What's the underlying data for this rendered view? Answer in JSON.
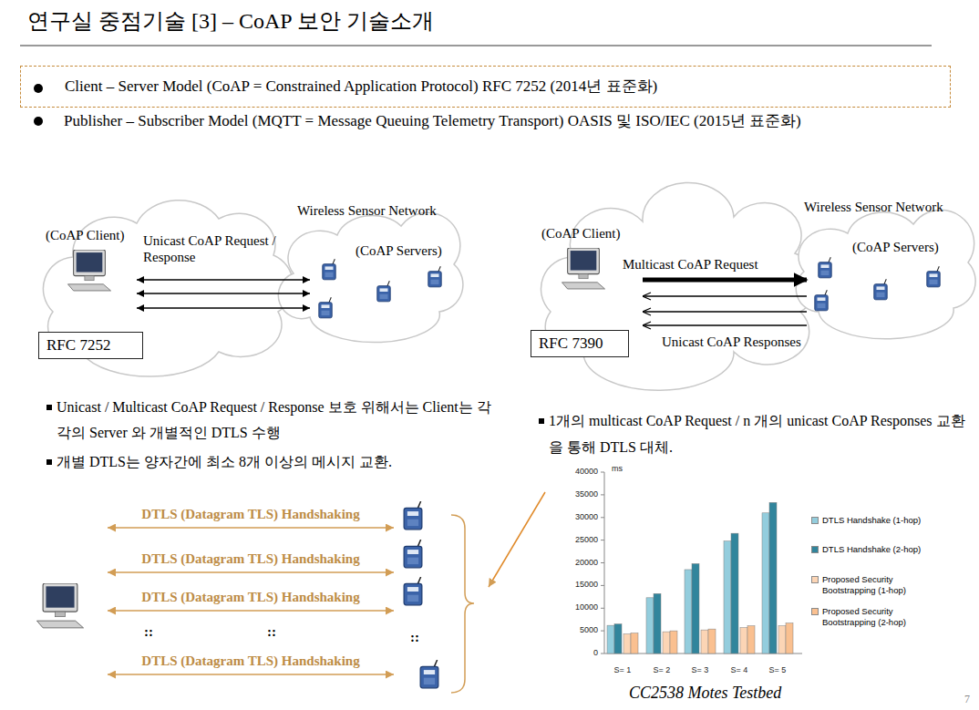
{
  "diagram": {
    "title": "연구실 중점기술 [3] – CoAP 보안 기술소개",
    "caption": "CC2538 Motes Testbed",
    "nodes": [
      {
        "text": [
          "Client – Server Model (CoAP = Constrained Application Protocol) RFC 7252 (2014년 표준화)"
        ]
      },
      {
        "text": [
          "(CoAP Client)"
        ]
      },
      {
        "text": [
          "(CoAP Servers)"
        ]
      },
      {
        "text": [
          "RFC 7252"
        ]
      },
      {
        "text": [
          "(CoAP Client)"
        ]
      },
      {
        "text": [
          "(CoAP Servers)"
        ]
      },
      {
        "text": [
          "RFC 7390"
        ]
      }
    ],
    "edges": [
      {
        "from": 1,
        "to": 2,
        "arrow": "both",
        "label": "Unicast CoAP Request / Response"
      },
      {
        "from": 1,
        "to": 2,
        "arrow": "both"
      },
      {
        "from": 1,
        "to": 2,
        "arrow": "both"
      },
      {
        "from": 4,
        "to": 5,
        "arrow": "to",
        "label": "Multicast CoAP Request"
      },
      {
        "from": 5,
        "to": 4,
        "arrow": "to",
        "label": "Unicast CoAP Responses"
      },
      {
        "from": 5,
        "to": 4,
        "arrow": "to"
      },
      {
        "from": 5,
        "to": 4,
        "arrow": "to"
      }
    ],
    "labels": [
      "Publisher – Subscriber Model (MQTT = Message Queuing Telemetry Transport) OASIS 및 ISO/IEC (2015년 표준화)",
      "Wireless Sensor Network",
      "Wireless Sensor Network",
      "Unicast / Multicast CoAP Request / Response 보호 위해서는 Client는 각각의 Server 와 개별적인 DTLS 수행",
      "개별 DTLS는 양자간에 최소 8개 이상의 메시지 교환.",
      "1개의 multicast CoAP Request / n 개의 unicast CoAP Responses 교환을 통해 DTLS 대체.",
      "DTLS (Datagram TLS) Handshaking",
      "DTLS (Datagram TLS) Handshaking",
      "DTLS (Datagram TLS) Handshaking",
      "DTLS (Datagram TLS) Handshaking",
      "::",
      "::",
      "::",
      "ms",
      "40000",
      "35000",
      "30000",
      "25000",
      "20000",
      "15000",
      "10000",
      "5000",
      "0",
      "S= 1",
      "S= 2",
      "S= 3",
      "S= 4",
      "S= 5",
      "7"
    ],
    "legend": [
      {
        "text": "DTLS Handshake (1-hop)",
        "color": "#93cddd"
      },
      {
        "text": "DTLS Handshake (2-hop)",
        "color": "#31859c"
      },
      {
        "text": "Proposed Security Bootstrapping (1-hop)",
        "color": "#fcd5b5"
      },
      {
        "text": "Proposed Security Bootstrapping (2-hop)",
        "color": "#fac090"
      }
    ]
  }
}
